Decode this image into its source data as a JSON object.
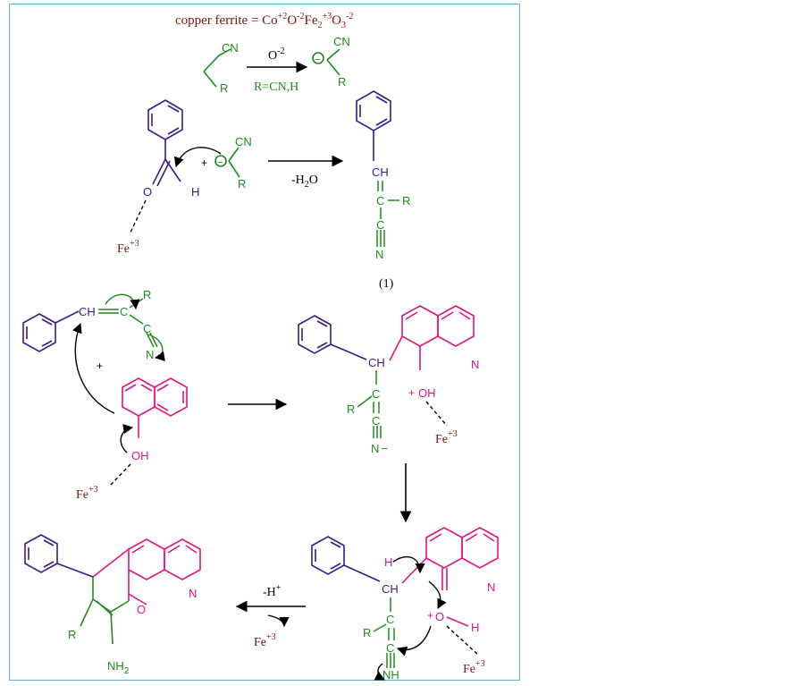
{
  "colors": {
    "brown": "#7a1414",
    "green": "#1f8a1f",
    "purple": "#3b1a86",
    "magenta": "#e0157a",
    "border": "#5ab0d6",
    "black": "#000000"
  },
  "header": {
    "prefix": "copper ferrite = Co",
    "sup1": "+2",
    "o1": "O",
    "sup2": "-2",
    "fe": "Fe",
    "sub2": "2",
    "sup3": "+3",
    "o3": "O",
    "sub3": "3",
    "sup4": "-2"
  },
  "step1": {
    "reagent_cn": "CN",
    "reagent_r": "R",
    "arrow_label": "O",
    "arrow_label_sup": "-2",
    "r_def": "R=CN,H",
    "product_cn": "CN",
    "product_r": "R",
    "charge": "−"
  },
  "step2": {
    "aldehyde_o": "O",
    "aldehyde_h": "H",
    "plus": "+",
    "anion_cn": "CN",
    "anion_r": "R",
    "charge": "−",
    "fe": "Fe",
    "fe_charge": "+3",
    "arrow_label": "-H",
    "arrow_label_sub": "2",
    "arrow_label_o": "O",
    "prod_ch": "CH",
    "prod_c": "C",
    "prod_r": "R",
    "prod_c2": "C",
    "prod_n": "N",
    "compound_label": "(1)"
  },
  "step3": {
    "ch": "CH",
    "c1": "C",
    "r": "R",
    "c2": "C",
    "n": "N",
    "plus": "+",
    "oh": "OH",
    "fe": "Fe",
    "fe_charge": "+3"
  },
  "step4": {
    "ch": "CH",
    "n_ring": "N",
    "oh": "OH",
    "plus": "+",
    "c1": "C",
    "r": "R",
    "c2": "C",
    "n": "N",
    "minus": "−",
    "fe": "Fe",
    "fe_charge": "+3"
  },
  "step5": {
    "h": "H",
    "ch": "CH",
    "n_ring": "N",
    "o": "O",
    "plus": "+",
    "h2": "H",
    "c1": "C",
    "r": "R",
    "c2": "C",
    "nh": "NH",
    "fe": "Fe",
    "fe_charge": "+3"
  },
  "final": {
    "arrow_label": "-H",
    "arrow_label_sup": "+",
    "fe": "Fe",
    "fe_charge": "+3",
    "n_ring": "N",
    "o_ring": "O",
    "r": "R",
    "nh2": "NH",
    "nh2_sub": "2"
  }
}
